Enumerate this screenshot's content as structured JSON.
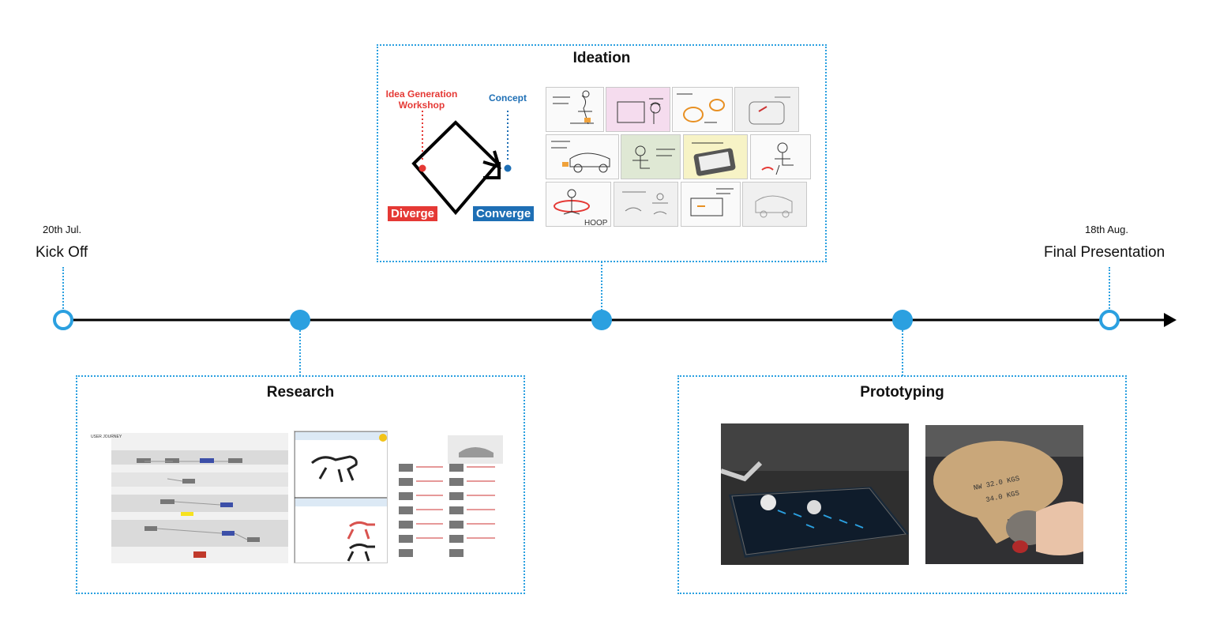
{
  "timeline": {
    "start": {
      "date": "20th Jul.",
      "label": "Kick Off"
    },
    "end": {
      "date": "18th Aug.",
      "label": "Final Presentation"
    }
  },
  "phases": {
    "ideation": {
      "title": "Ideation",
      "idea_label": "Idea Generation\nWorkshop",
      "concept_label": "Concept",
      "diverge_label": "Diverge",
      "converge_label": "Converge"
    },
    "research": {
      "title": "Research"
    },
    "prototyping": {
      "title": "Prototyping"
    }
  },
  "colors": {
    "accent": "#2ba0e0",
    "diverge": "#e53935",
    "converge": "#1e6fb5",
    "axis": "#000000"
  },
  "icons": {
    "axis_end": "arrow-head-icon",
    "process": "diverge-converge-icon"
  }
}
